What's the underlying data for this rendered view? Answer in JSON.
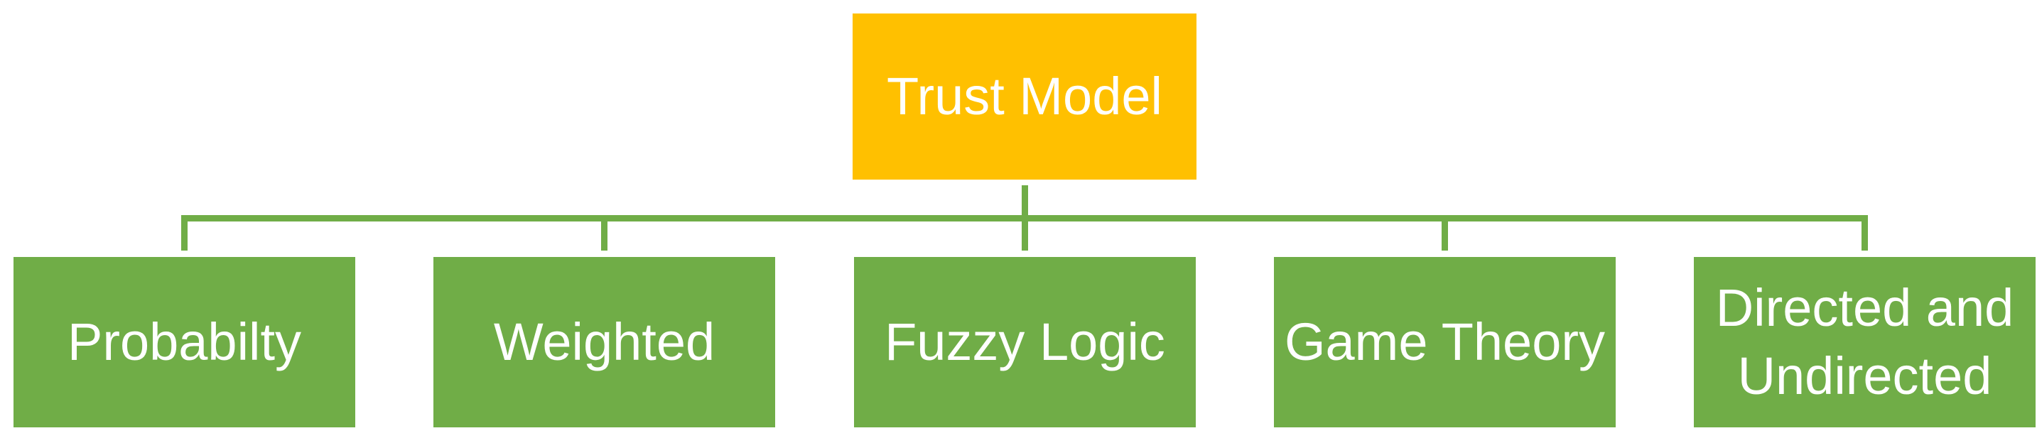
{
  "diagram": {
    "type": "hierarchy",
    "root": {
      "label": "Trust Model",
      "bg_color": "#FFC000",
      "text_color": "#FFFFFF"
    },
    "children": [
      {
        "label": "Probabilty"
      },
      {
        "label": "Weighted"
      },
      {
        "label": "Fuzzy Logic"
      },
      {
        "label": "Game Theory"
      },
      {
        "label": "Directed and Undirected"
      }
    ],
    "child_bg_color": "#70AD47",
    "child_text_color": "#FFFFFF",
    "connector_color": "#70AD47",
    "background_color": "#FFFFFF"
  }
}
